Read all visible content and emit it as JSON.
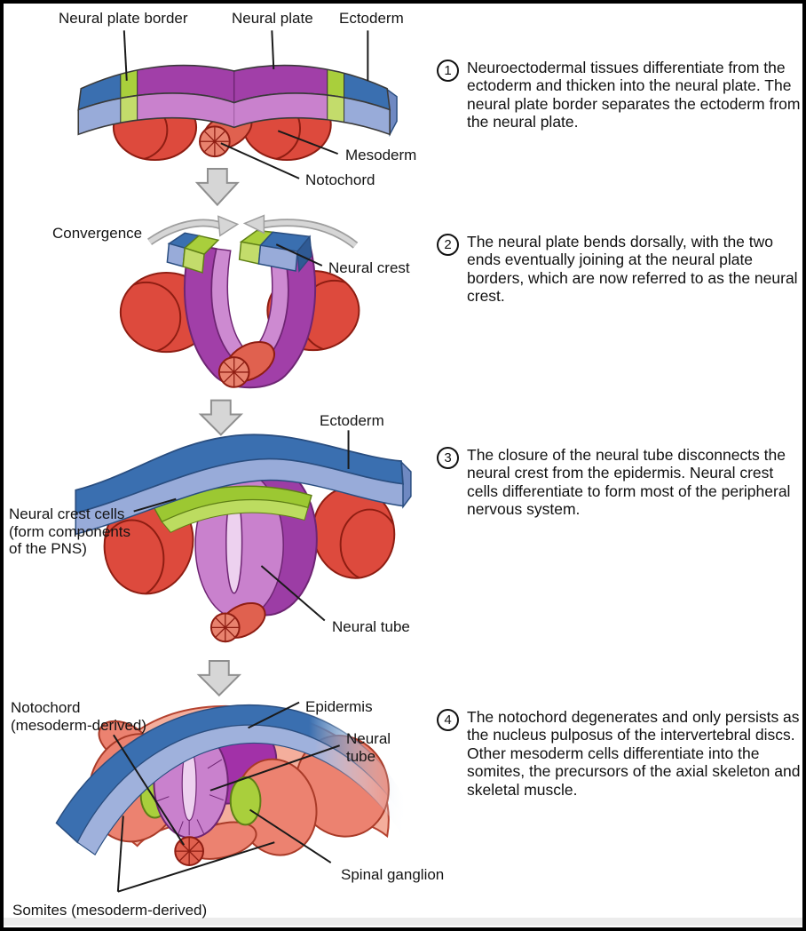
{
  "figure": {
    "stages": [
      {
        "number": "1",
        "description": "Neuroectodermal tissues differentiate from the ectoderm and thicken into the neural plate. The neural plate border separates the ectoderm from the neural plate.",
        "labels": {
          "neural_plate_border": "Neural plate border",
          "neural_plate": "Neural plate",
          "ectoderm": "Ectoderm",
          "mesoderm": "Mesoderm",
          "notochord": "Notochord"
        }
      },
      {
        "number": "2",
        "description": "The neural plate bends dorsally, with the two ends eventually joining at the neural plate borders, which are now referred to as the neural crest.",
        "labels": {
          "convergence": "Convergence",
          "neural_crest": "Neural crest"
        }
      },
      {
        "number": "3",
        "description": "The closure of the neural tube disconnects the neural crest from the epidermis. Neural crest cells differentiate to form most of the peripheral nervous system.",
        "labels": {
          "ectoderm": "Ectoderm",
          "neural_crest_cells": "Neural crest cells\n(form components\nof the PNS)",
          "neural_tube": "Neural tube"
        }
      },
      {
        "number": "4",
        "description": "The notochord degenerates and only persists as the nucleus pulposus of the intervertebral discs. Other mesoderm cells differentiate into the somites, the precursors of the axial skeleton and skeletal muscle.",
        "labels": {
          "notochord": "Notochord\n(mesoderm-derived)",
          "epidermis": "Epidermis",
          "neural_tube": "Neural\ntube",
          "spinal_ganglion": "Spinal ganglion",
          "somites": "Somites (mesoderm-derived)"
        }
      }
    ],
    "colors": {
      "neural_plate_purple": "#A13FA8",
      "neural_plate_front_purple": "#C981CD",
      "neural_tube_slit": "#EDD1EF",
      "ectoderm_blue": "#3A6FB0",
      "ectoderm_front_blue": "#98ABD9",
      "neural_plate_border_green": "#A9CF3C",
      "mesoderm_red": "#DD4A3D",
      "notochord_red": "#E8826E",
      "somite_salmon": "#EC8270",
      "somite_light_salmon": "#F4AE9C",
      "spinal_ganglion_green": "#A9CF3C",
      "arrow_gray": "#D6D6D6"
    }
  }
}
